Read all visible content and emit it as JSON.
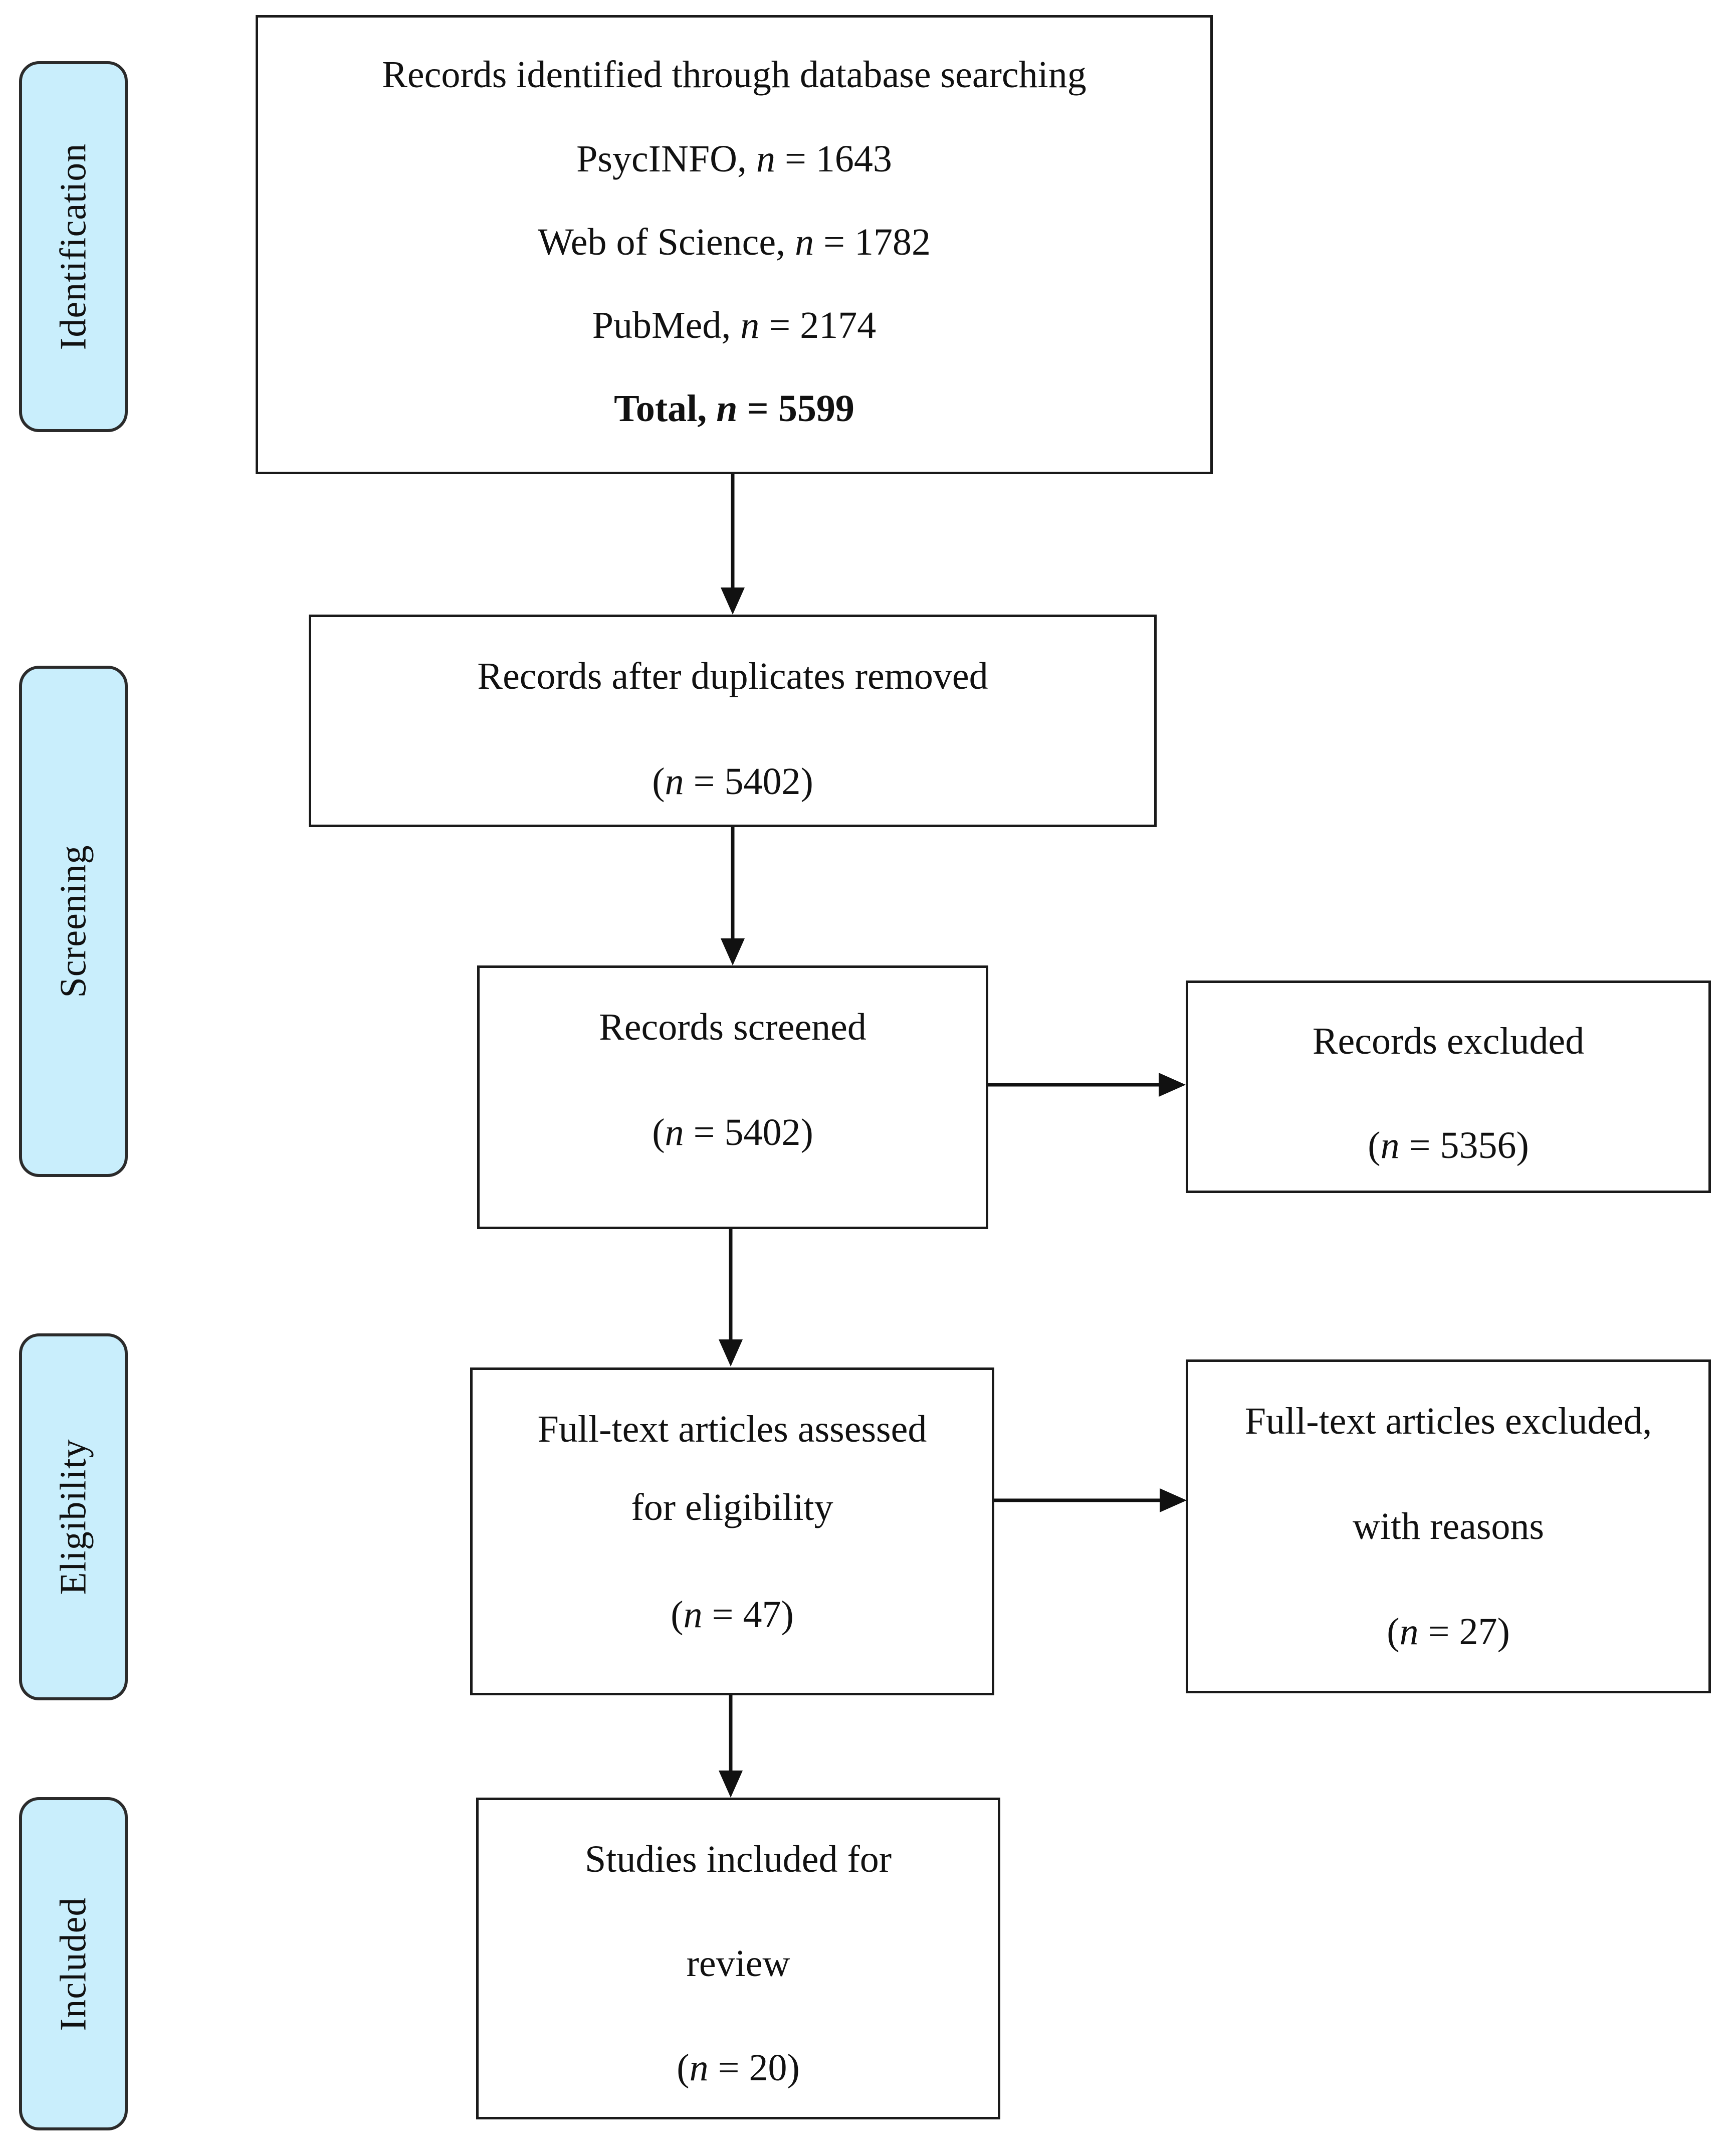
{
  "phases": {
    "identification": "Identification",
    "screening": "Screening",
    "eligibility": "Eligibility",
    "included": "Included"
  },
  "identified": {
    "title": "Records identified through database searching",
    "psycinfo_name": "PsycINFO,",
    "psycinfo_value": "1643",
    "wos_name": "Web of Science,",
    "wos_value": "1782",
    "pubmed_name": "PubMed,",
    "pubmed_value": "2174",
    "total_name": "Total,",
    "total_value": "5599"
  },
  "deduplicated": {
    "title": "Records after duplicates removed",
    "value": "5402"
  },
  "screened": {
    "title": "Records screened",
    "value": "5402"
  },
  "excluded": {
    "title": "Records excluded",
    "value": "5356"
  },
  "fulltext": {
    "line1": "Full-text articles assessed",
    "line2": "for eligibility",
    "value": "47"
  },
  "fulltext_excluded": {
    "line1": "Full-text articles excluded,",
    "line2": "with reasons",
    "value": "27"
  },
  "included_studies": {
    "line1": "Studies included for",
    "line2": "review",
    "value": "20"
  },
  "symbols": {
    "n": "n",
    "eq": " = ",
    "open": "(",
    "close": ")"
  },
  "colors": {
    "phase_fill": "#c9eefc",
    "border": "#1a1a1a"
  }
}
